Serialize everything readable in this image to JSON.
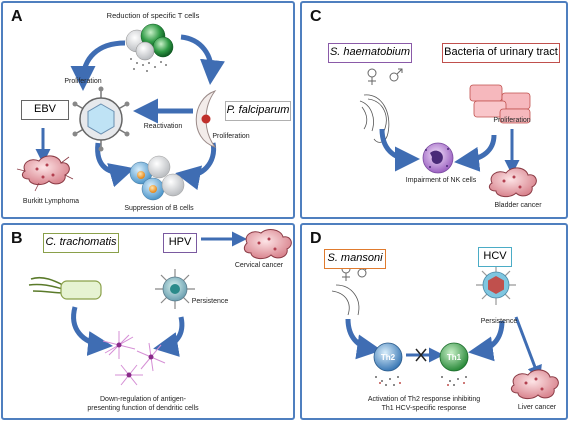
{
  "panels": {
    "A": {
      "letter": "A",
      "title_top": "Reduction of specific T cells",
      "ebv": "EBV",
      "pf": "P. falciparum",
      "proliferation_left": "Proliferation",
      "reactivation": "Reactivation",
      "proliferation_right": "Proliferation",
      "burkitt": "Burkitt Lymphoma",
      "suppression": "Suppression of B cells"
    },
    "B": {
      "letter": "B",
      "ctrach": "C. trachomatis",
      "hpv": "HPV",
      "cervical": "Cervical cancer",
      "persistence": "Persistence",
      "downreg_1": "Down-regulation of antigen-",
      "downreg_2": "presenting function of dendritic cells"
    },
    "C": {
      "letter": "C",
      "shaem": "S. haematobium",
      "bacteria": "Bacteria of urinary tract",
      "proliferation": "Proliferation",
      "nk": "Impairment of NK cells",
      "bladder": "Bladder cancer"
    },
    "D": {
      "letter": "D",
      "smansoni": "S. mansoni",
      "hcv": "HCV",
      "persistence": "Persistence",
      "th2": "Th2",
      "th1": "Th1",
      "activation_1": "Activation of Th2 response inhibiting",
      "activation_2": "Th1 HCV-specific response",
      "liver": "Liver cancer"
    }
  },
  "colors": {
    "panel_border": "#4f7fbf",
    "arrow": "#3f6db3",
    "ebv_border": "#666666",
    "pf_border": "#b0b0b0",
    "ctrach_border": "#8aa04a",
    "hpv_border": "#7a5aa0",
    "shaem_border": "#8a5aa8",
    "bacteria_border": "#c0504d",
    "smansoni_border": "#e07b2e",
    "hcv_border": "#4bacc6"
  }
}
